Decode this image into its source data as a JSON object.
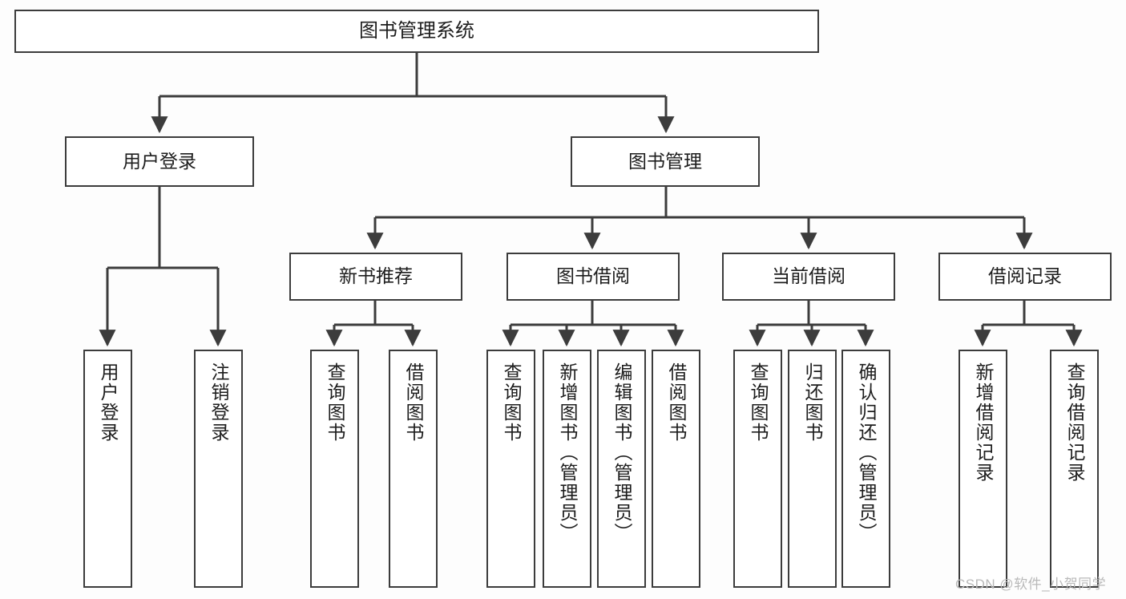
{
  "diagram": {
    "type": "tree",
    "title": "图书管理系统",
    "background_color": "#fdfdfd",
    "line_color": "#3c3c3c",
    "box_fill": "#ffffff",
    "text_color": "#1d1d1d"
  },
  "nodes": {
    "root": {
      "label": "图书管理系统"
    },
    "level1": [
      {
        "label": "用户登录"
      },
      {
        "label": "图书管理"
      }
    ],
    "level2": [
      {
        "label": "新书推荐"
      },
      {
        "label": "图书借阅"
      },
      {
        "label": "当前借阅"
      },
      {
        "label": "借阅记录"
      }
    ],
    "leaves": {
      "user_login": [
        {
          "label": "用户登录"
        },
        {
          "label": "注销登录"
        }
      ],
      "new_book_recommend": [
        {
          "label": "查询图书"
        },
        {
          "label": "借阅图书"
        }
      ],
      "book_borrow": [
        {
          "label": "查询图书"
        },
        {
          "label": "新增图书（管理员）"
        },
        {
          "label": "编辑图书（管理员）"
        },
        {
          "label": "借阅图书"
        }
      ],
      "current_borrow": [
        {
          "label": "查询图书"
        },
        {
          "label": "归还图书"
        },
        {
          "label": "确认归还（管理员）"
        }
      ],
      "borrow_record": [
        {
          "label": "新增借阅记录"
        },
        {
          "label": "查询借阅记录"
        }
      ]
    }
  },
  "watermark": {
    "text": "CSDN @软件_小贺同学"
  }
}
